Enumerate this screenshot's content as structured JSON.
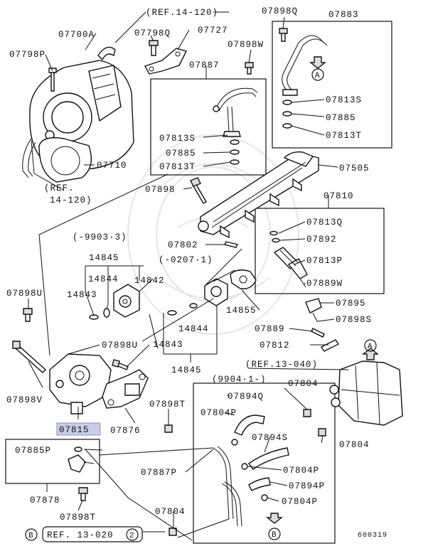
{
  "diagram_code": "600319",
  "labels": {
    "ref_14_120_top": "(REF.14-120)",
    "p07700A": "07700A",
    "p07798Q": "07798Q",
    "p07727": "07727",
    "p07898Q": "07898Q",
    "p07883": "07883",
    "p07798P": "07798P",
    "p07898W": "07898W",
    "p07887": "07887",
    "p07813S_a": "07813S",
    "p07885_a": "07885",
    "p07813T_a": "07813T",
    "p07813S_b": "07813S",
    "p07885_b": "07885",
    "p07813T_b": "07813T",
    "p07710": "07710",
    "ref_14_120_l1": "(REF.",
    "ref_14_120_l2": "14-120)",
    "p07505": "07505",
    "p07898": "07898",
    "p07810": "07810",
    "p07813Q": "07813Q",
    "p07892": "07892",
    "p07813P": "07813P",
    "p07889W": "07889W",
    "p07802": "07802",
    "range_9903": "(-9903·3)",
    "range_0207": "(-0207·1)",
    "p14845_top": "14845",
    "p14844_top": "14844",
    "p14842": "14842",
    "p14843_top": "14843",
    "p14855": "14855",
    "p07898U_a": "07898U",
    "p07895": "07895",
    "p07898S": "07898S",
    "p14844_b": "14844",
    "p07889": "07889",
    "p14843_b": "14843",
    "p07812": "07812",
    "p07898U_b": "07898U",
    "p14845_b": "14845",
    "ref_13_040": "(REF.13-040)",
    "p07898V": "07898V",
    "range_9904": "(9904·1-)",
    "p07804_a": "07804",
    "p07894Q": "07894Q",
    "p07898T_a": "07898T",
    "p07804P_a": "07804P",
    "p07815": "07815",
    "p07876": "07876",
    "p07894S": "07894S",
    "p07804_b": "07804",
    "p07885P": "07885P",
    "p07887P": "07887P",
    "p07804P_b": "07804P",
    "p07894P": "07894P",
    "p07878": "07878",
    "p07804P_c": "07804P",
    "p07898T_b": "07898T",
    "p07804_c": "07804",
    "ref_13_020": "REF. 13-020",
    "circ_A_top": "A",
    "circ_A_mid": "A",
    "circ_B_left": "B",
    "circ_B_mid": "B",
    "circ_2": "2"
  }
}
